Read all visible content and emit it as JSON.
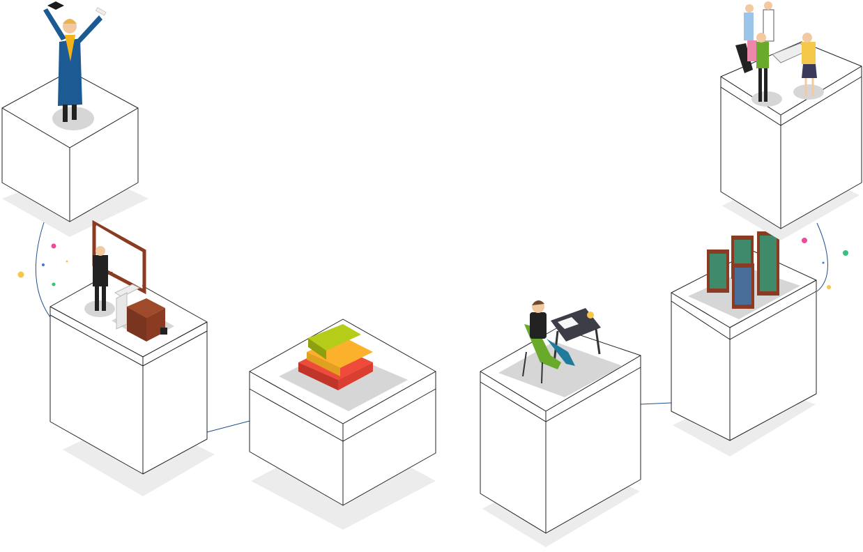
{
  "scene": {
    "stages": [
      "graduate",
      "teacher",
      "books",
      "student-desk",
      "bookshelves",
      "team-meeting"
    ],
    "colors": {
      "link": "#1f4e8c",
      "gown": "#1c5a94",
      "sash": "#f2b31b",
      "board": "#8a3b22",
      "book_green": "#b5cc18",
      "book_orange": "#fbb12c",
      "book_red": "#ee4b3a",
      "chair": "#6aaa2a",
      "confetti_pink": "#ee4a9a",
      "confetti_green": "#35c27e",
      "confetti_yellow": "#f6c84a",
      "confetti_blue": "#3a78d8"
    }
  }
}
